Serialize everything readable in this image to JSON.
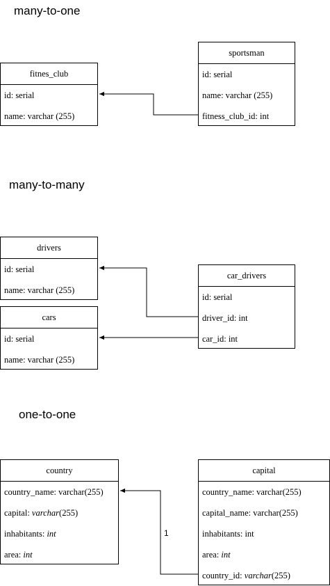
{
  "sections": {
    "many_to_one": "many-to-one",
    "many_to_many": "many-to-many",
    "one_to_one": "one-to-one"
  },
  "tables": {
    "fitnes_club": {
      "title": "fitnes_club",
      "rows": [
        "id: serial",
        "name: varchar (255)"
      ]
    },
    "sportsman": {
      "title": "sportsman",
      "rows": [
        "id: serial",
        "name: varchar (255)",
        "fitness_club_id: int"
      ]
    },
    "drivers": {
      "title": "drivers",
      "rows": [
        "id: serial",
        "name: varchar (255)"
      ]
    },
    "cars": {
      "title": "cars",
      "rows": [
        "id: serial",
        "name: varchar (255)"
      ]
    },
    "car_drivers": {
      "title": "car_drivers",
      "rows": [
        "id: serial",
        "driver_id: int",
        "car_id: int"
      ]
    },
    "country": {
      "title": "country",
      "rows": {
        "country_name": "country_name: varchar(255)",
        "capital_label": "capital: ",
        "capital_type": "varchar",
        "capital_len": "(255)",
        "inhabitants_label": "inhabitants: ",
        "inhabitants_type": "int",
        "area_label": "area: ",
        "area_type": "int"
      }
    },
    "capital": {
      "title": "capital",
      "rows": {
        "country_name": "country_name: varchar(255)",
        "capital_name": "capital_name: varchar(255)",
        "inhabitants": "inhabitants: int",
        "area_label": "area: ",
        "area_type": "int",
        "country_id_label": "country_id: ",
        "country_id_type": "varchar",
        "country_id_len": "(255)"
      }
    }
  },
  "relations": {
    "one_to_one_cardinality": "1"
  }
}
